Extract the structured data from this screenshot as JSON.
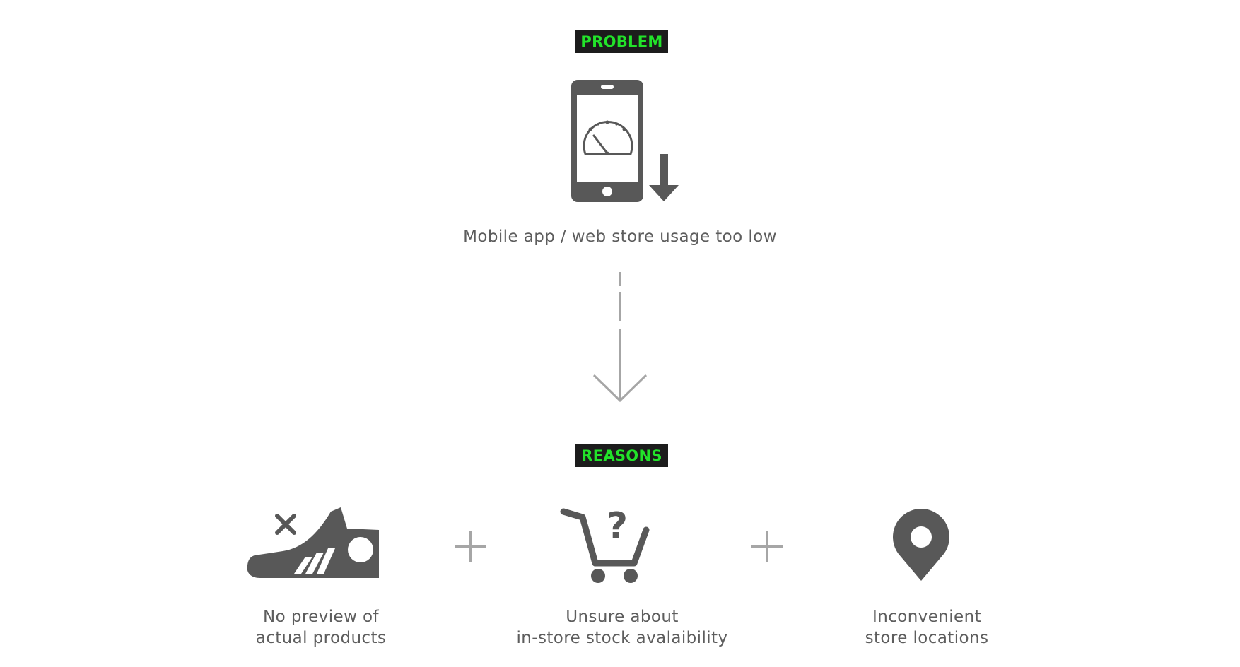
{
  "problem": {
    "tag": "PROBLEM",
    "caption": "Mobile app / web store usage too low"
  },
  "reasons": {
    "tag": "REASONS",
    "items": [
      {
        "icon": "shoe-x-icon",
        "line1": "No preview of",
        "line2": "actual products"
      },
      {
        "icon": "cart-question-icon",
        "line1": "Unsure about",
        "line2": "in-store stock avalaibility"
      },
      {
        "icon": "map-pin-icon",
        "line1": "Inconvenient",
        "line2": "store locations"
      }
    ],
    "connector": "+"
  },
  "colors": {
    "tag_background": "#1c1c1c",
    "tag_text": "#22e32a",
    "icon": "#585858",
    "text": "#5d5d5d",
    "connector": "#a6a6a6"
  }
}
